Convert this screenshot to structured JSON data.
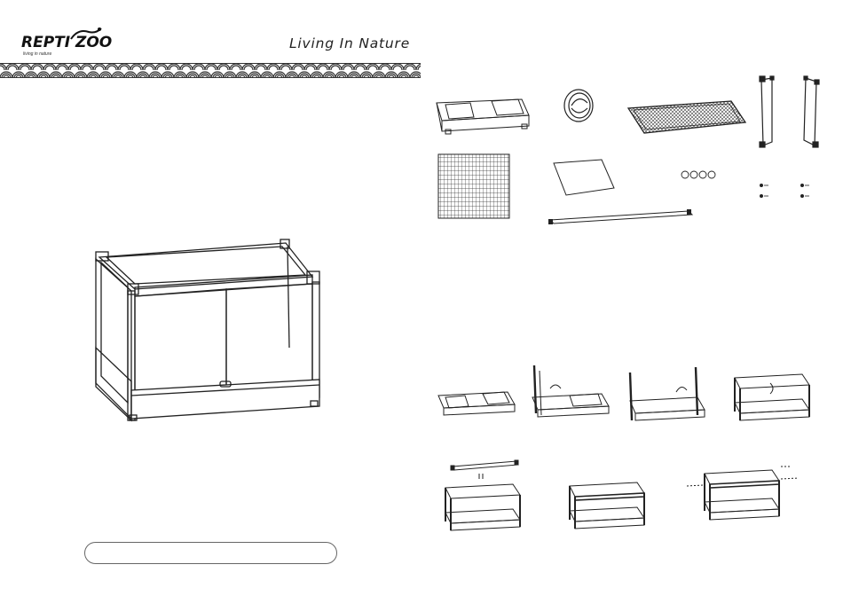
{
  "brand": {
    "logo_text": "REPTI ZOO",
    "logo_tagline": "living in nature",
    "tagline": "Living In Nature"
  },
  "icons": {
    "logo": "lizard-logo-icon",
    "band": "wave-pattern-band"
  },
  "colors": {
    "ink": "#222222",
    "band": "#3a3a3a"
  }
}
